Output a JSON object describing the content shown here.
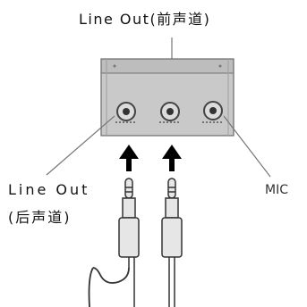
{
  "labels": {
    "front": "Line Out(前声道)",
    "rear_line1": "Line Out",
    "rear_line2": "(后声道)",
    "mic": "MIC"
  },
  "colors": {
    "panel_fill": "#c9c9c9",
    "panel_stroke": "#666666",
    "arrow": "#000000",
    "leader_line": "#777777",
    "plug_fill": "#e6e6e6"
  },
  "icons": [
    "audio-jack-icon",
    "up-arrow-icon",
    "audio-plug-icon"
  ]
}
